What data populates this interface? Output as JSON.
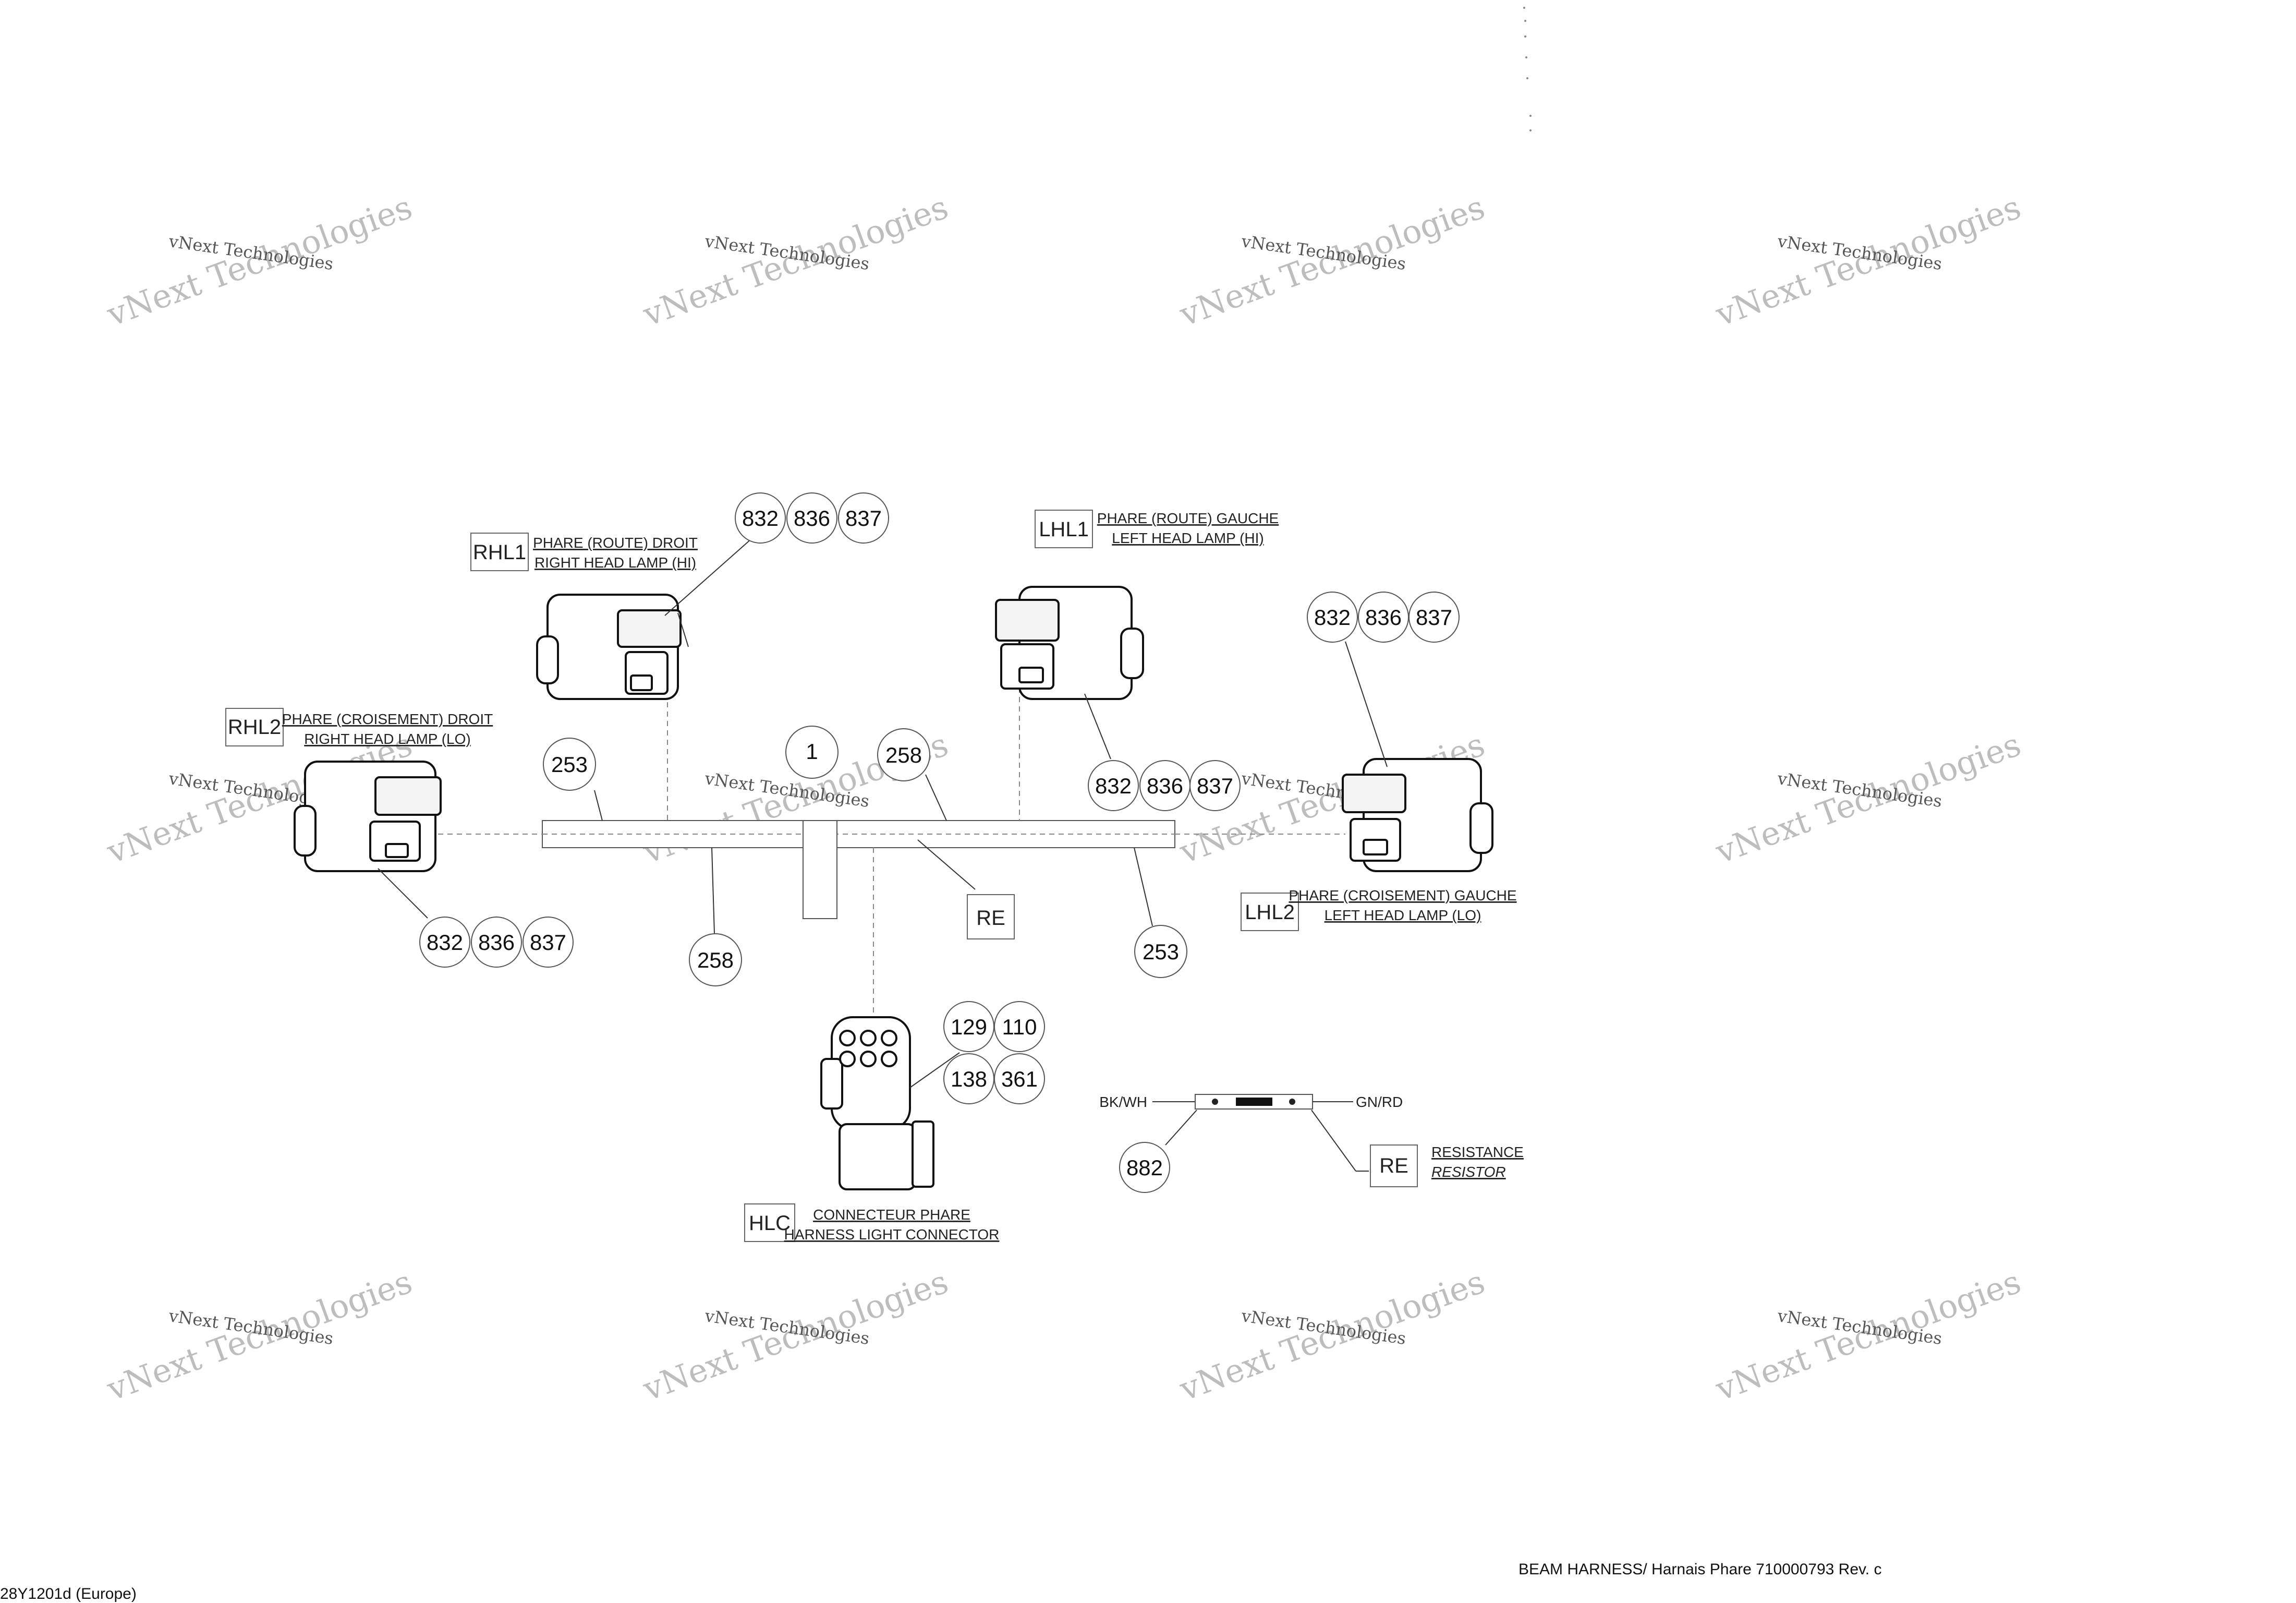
{
  "connectors": [
    {
      "code": "RHL1",
      "desc_fr": "PHARE  (ROUTE) DROIT",
      "desc_en": "RIGHT HEAD LAMP (HI)",
      "callouts": [
        "832",
        "836",
        "837"
      ]
    },
    {
      "code": "RHL2",
      "desc_fr": "PHARE (CROISEMENT) DROIT",
      "desc_en": "RIGHT HEAD LAMP (LO)",
      "callouts": [
        "832",
        "836",
        "837"
      ]
    },
    {
      "code": "LHL1",
      "desc_fr": "PHARE (ROUTE) GAUCHE",
      "desc_en": "LEFT HEAD LAMP (HI)",
      "callouts": [
        "832",
        "836",
        "837"
      ]
    },
    {
      "code": "LHL2",
      "desc_fr": "PHARE (CROISEMENT) GAUCHE",
      "desc_en": "LEFT HEAD LAMP (LO)",
      "callouts": [
        "832",
        "836",
        "837"
      ]
    },
    {
      "code": "HLC",
      "desc_fr": "CONNECTEUR PHARE",
      "desc_en": "HARNESS LIGHT CONNECTOR",
      "callouts": [
        "129",
        "110",
        "138",
        "361"
      ]
    }
  ],
  "resistor": {
    "code": "RE",
    "desc_fr": "RESISTANCE",
    "desc_en": "RESISTOR",
    "wire_left": "BK/WH",
    "wire_right": "GN/RD",
    "callout": "882",
    "harness_label": "RE"
  },
  "harness_callouts": [
    "1",
    "253",
    "258",
    "258",
    "253"
  ],
  "footer": {
    "title": "BEAM HARNESS/ Harnais Phare 710000793 Rev. c",
    "model": "28Y1201d (Europe)"
  },
  "watermark": {
    "line1": "vNext Technologies",
    "line2": "vNext Technologies"
  }
}
